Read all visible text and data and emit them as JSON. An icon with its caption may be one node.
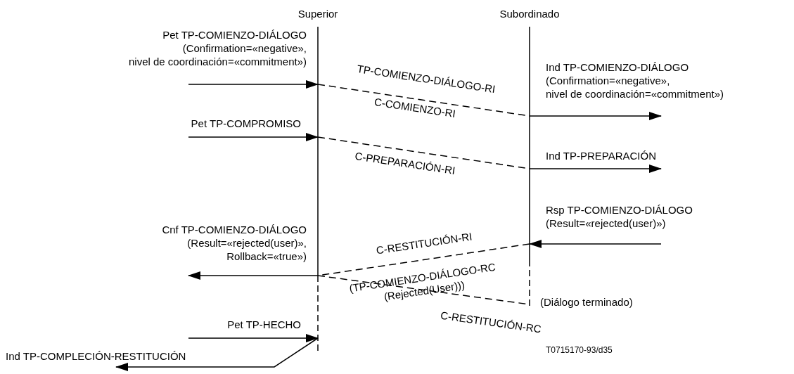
{
  "diagram": {
    "nodes": [
      {
        "text": [
          "Superior"
        ]
      },
      {
        "text": [
          "Subordinado"
        ]
      }
    ],
    "edges": [
      {
        "from": null,
        "to": 0,
        "arrow": "to",
        "label": "Pet TP-COMIENZO-DIÁLOGO (Confirmation=«negative», nivel de coordinación=«commitment»)"
      },
      {
        "from": 0,
        "to": 1,
        "arrow": "none",
        "style": "dashed",
        "label": "TP-COMIENZO-DIÁLOGO-RI"
      },
      {
        "from": 1,
        "to": null,
        "arrow": "to",
        "label": "Ind TP-COMIENZO-DIÁLOGO (Confirmation=«negative», nivel de coordinación=«commitment»)"
      },
      {
        "from": null,
        "to": 0,
        "arrow": "to",
        "label": "Pet TP-COMPROMISO"
      },
      {
        "from": 0,
        "to": 1,
        "arrow": "none",
        "style": "dashed",
        "label": "C-PREPARACIÓN-RI"
      },
      {
        "from": 1,
        "to": null,
        "arrow": "to",
        "label": "Ind TP-PREPARACIÓN"
      },
      {
        "from": null,
        "to": 1,
        "arrow": "to",
        "label": "Rsp TP-COMIENZO-DIÁLOGO (Result=«rejected(user)»)"
      },
      {
        "from": 1,
        "to": 0,
        "arrow": "none",
        "style": "dashed",
        "label": "C-RESTITUCIÓN-RI"
      },
      {
        "from": 0,
        "to": null,
        "arrow": "to",
        "label": "Cnf TP-COMIENZO-DIÁLOGO (Result=«rejected(user)», Rollback=«true»)"
      },
      {
        "from": 0,
        "to": 1,
        "arrow": "none",
        "style": "dashed",
        "label": "C-RESTITUCIÓN-RC"
      },
      {
        "from": null,
        "to": 0,
        "arrow": "to",
        "label": "Pet TP-HECHO"
      },
      {
        "from": 0,
        "to": null,
        "arrow": "to",
        "label": "Ind TP-COMPLECIÓN-RESTITUCIÓN"
      }
    ],
    "labels": [
      "C-COMIENZO-RI",
      "(TP-COMIENZO-DIÁLOGO-RC (Rejected(User)))",
      "(Diálogo terminado)",
      "T0715170-93/d35"
    ]
  }
}
